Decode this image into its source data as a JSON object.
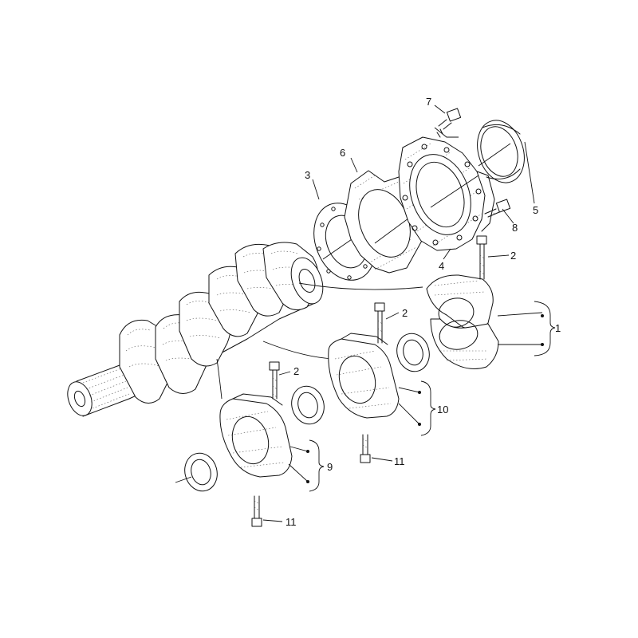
{
  "diagram": {
    "callouts": {
      "c1": "1",
      "c2a": "2",
      "c2b": "2",
      "c2c": "2",
      "c3": "3",
      "c4": "4",
      "c5": "5",
      "c6": "6",
      "c7": "7",
      "c8": "8",
      "c9": "9",
      "c10": "10",
      "c11a": "11",
      "c11b": "11"
    },
    "colors": {
      "ink": "#111111",
      "paper": "#ffffff"
    }
  }
}
